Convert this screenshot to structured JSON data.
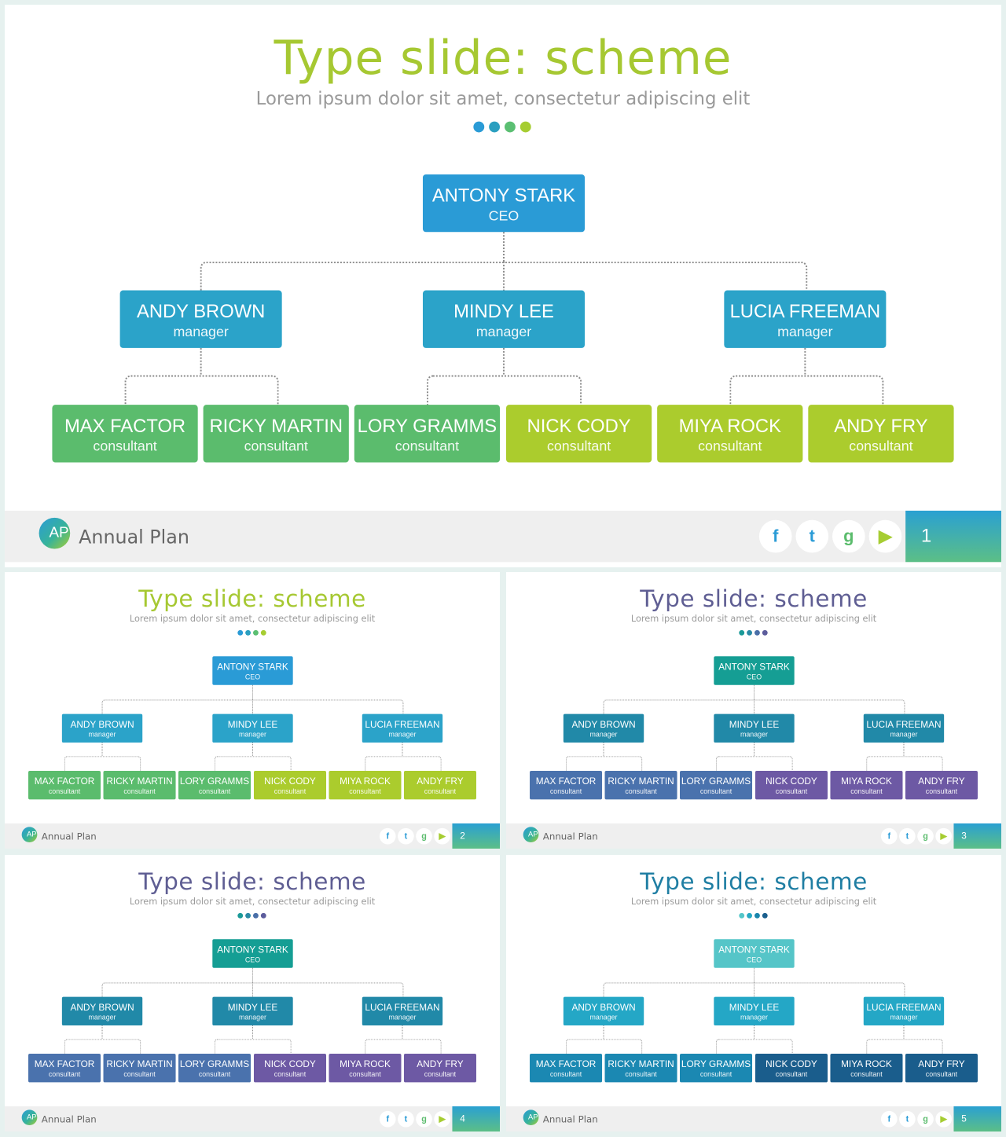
{
  "slide_text": {
    "title": "Type slide: scheme",
    "subtitle": "Lorem ipsum dolor sit amet, consectetur adipiscing elit",
    "brand_logo": "AP",
    "brand_name": "Annual Plan"
  },
  "org_chart": {
    "ceo": {
      "name": "ANTONY STARK",
      "role": "CEO"
    },
    "managers": [
      {
        "name": "ANDY BROWN",
        "role": "manager"
      },
      {
        "name": "MINDY LEE",
        "role": "manager"
      },
      {
        "name": "LUCIA FREEMAN",
        "role": "manager"
      }
    ],
    "consultants": [
      {
        "name": "MAX FACTOR",
        "role": "consultant"
      },
      {
        "name": "RICKY MARTIN",
        "role": "consultant"
      },
      {
        "name": "LORY GRAMMS",
        "role": "consultant"
      },
      {
        "name": "NICK CODY",
        "role": "consultant"
      },
      {
        "name": "MIYA ROCK",
        "role": "consultant"
      },
      {
        "name": "ANDY FRY",
        "role": "consultant"
      }
    ]
  },
  "social_icons": [
    "facebook-icon",
    "twitter-icon",
    "google-icon",
    "youtube-icon"
  ],
  "slides": [
    {
      "page": "1",
      "title_color": "#a6c832",
      "dots": [
        "#2a9bd6",
        "#2b9fc0",
        "#5bbf72",
        "#a6cd32"
      ],
      "ceo_color": "#2a9bd6",
      "manager_colors": [
        "#2ba3c9",
        "#2ba3c9",
        "#2ba3c9"
      ],
      "consultant_colors": [
        "#5bbc6d",
        "#5bbc6d",
        "#5bbc6d",
        "#abcc2d",
        "#abcc2d",
        "#abcc2d"
      ]
    },
    {
      "page": "2",
      "title_color": "#a6c832",
      "dots": [
        "#2a9bd6",
        "#2b9fc0",
        "#5bbf72",
        "#a6cd32"
      ],
      "ceo_color": "#2a9bd6",
      "manager_colors": [
        "#2ba3c9",
        "#2ba3c9",
        "#2ba3c9"
      ],
      "consultant_colors": [
        "#5bbc6d",
        "#5bbc6d",
        "#5bbc6d",
        "#abcc2d",
        "#abcc2d",
        "#abcc2d"
      ]
    },
    {
      "page": "3",
      "title_color": "#5f5e93",
      "dots": [
        "#1a9a98",
        "#2a8aa5",
        "#4a6fa8",
        "#5c5c9c"
      ],
      "ceo_color": "#159e94",
      "manager_colors": [
        "#2189a8",
        "#2189a8",
        "#2189a8"
      ],
      "consultant_colors": [
        "#4a72ad",
        "#4a72ad",
        "#4a72ad",
        "#6d59a4",
        "#6d59a4",
        "#6d59a4"
      ]
    },
    {
      "page": "4",
      "title_color": "#5f5e93",
      "dots": [
        "#1a9a98",
        "#2a8aa5",
        "#4a6fa8",
        "#5c5c9c"
      ],
      "ceo_color": "#159e94",
      "manager_colors": [
        "#2189a8",
        "#2189a8",
        "#2189a8"
      ],
      "consultant_colors": [
        "#4a72ad",
        "#4a72ad",
        "#4a72ad",
        "#6d59a4",
        "#6d59a4",
        "#6d59a4"
      ]
    },
    {
      "page": "5",
      "title_color": "#1f7ea3",
      "dots": [
        "#54c6c9",
        "#26a8c3",
        "#1a86ad",
        "#1a5f8d"
      ],
      "ceo_color": "#55c5c8",
      "manager_colors": [
        "#24a7c6",
        "#24a7c6",
        "#24a7c6"
      ],
      "consultant_colors": [
        "#1b88b2",
        "#1b88b2",
        "#1b88b2",
        "#1a5d8c",
        "#1a5d8c",
        "#1a5d8c"
      ]
    }
  ]
}
